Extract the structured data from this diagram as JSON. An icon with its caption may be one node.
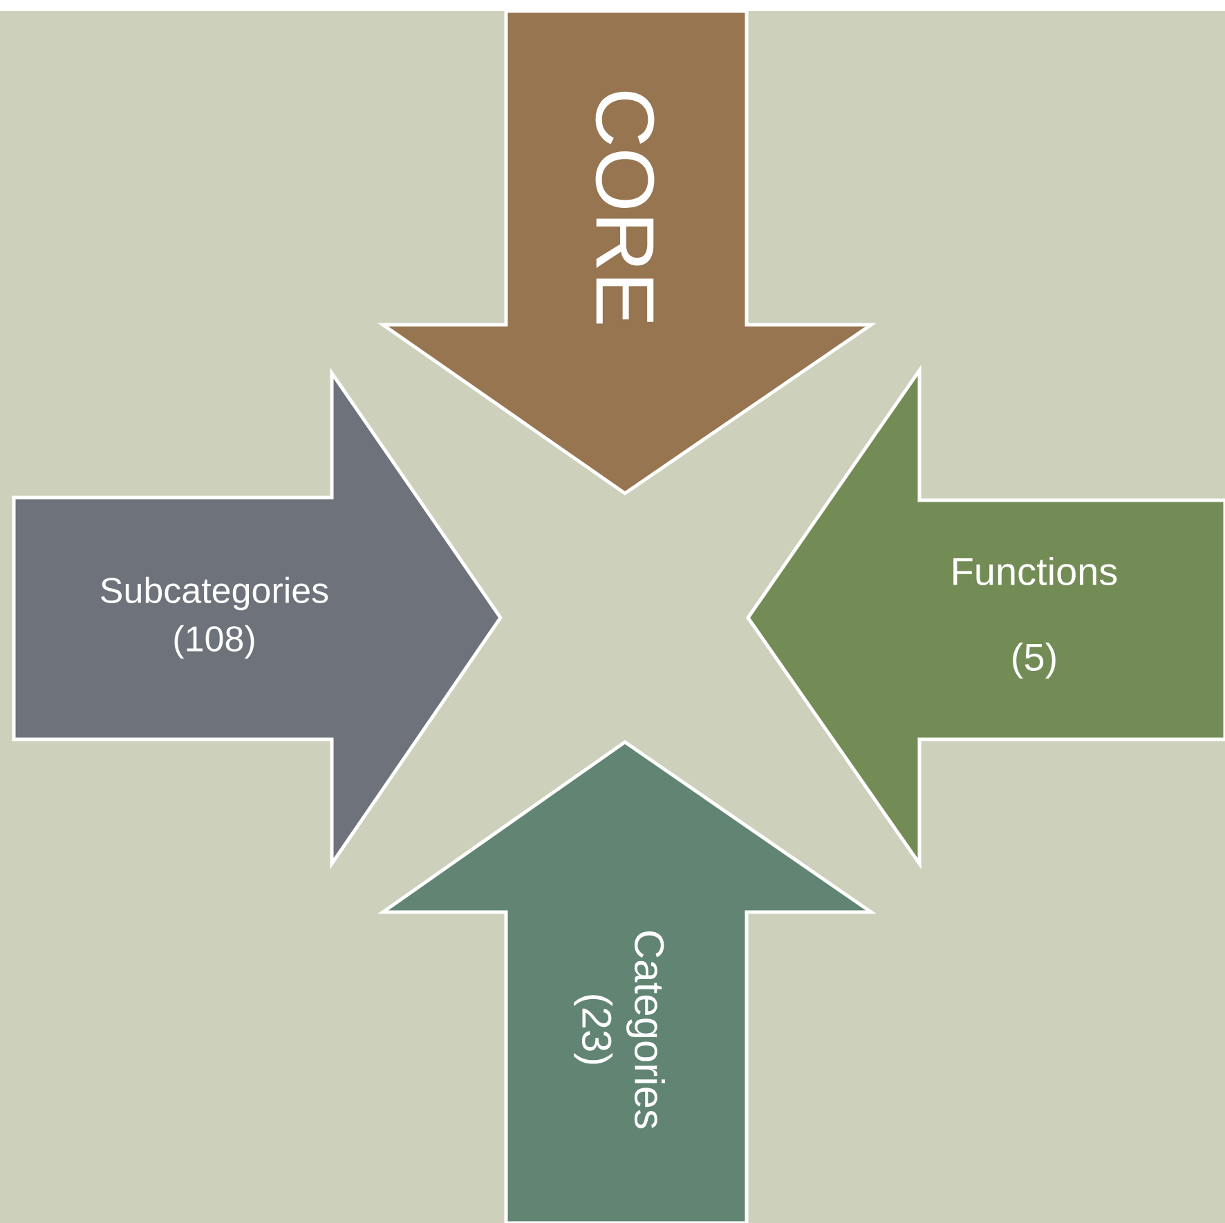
{
  "diagram": {
    "nodes": [
      {
        "text": [
          "CORE"
        ]
      },
      {
        "text": [
          "Subcategories",
          "(108)"
        ]
      },
      {
        "text": [
          "Functions",
          "(5)"
        ]
      },
      {
        "text": [
          "Categories",
          "(23)"
        ]
      }
    ]
  }
}
